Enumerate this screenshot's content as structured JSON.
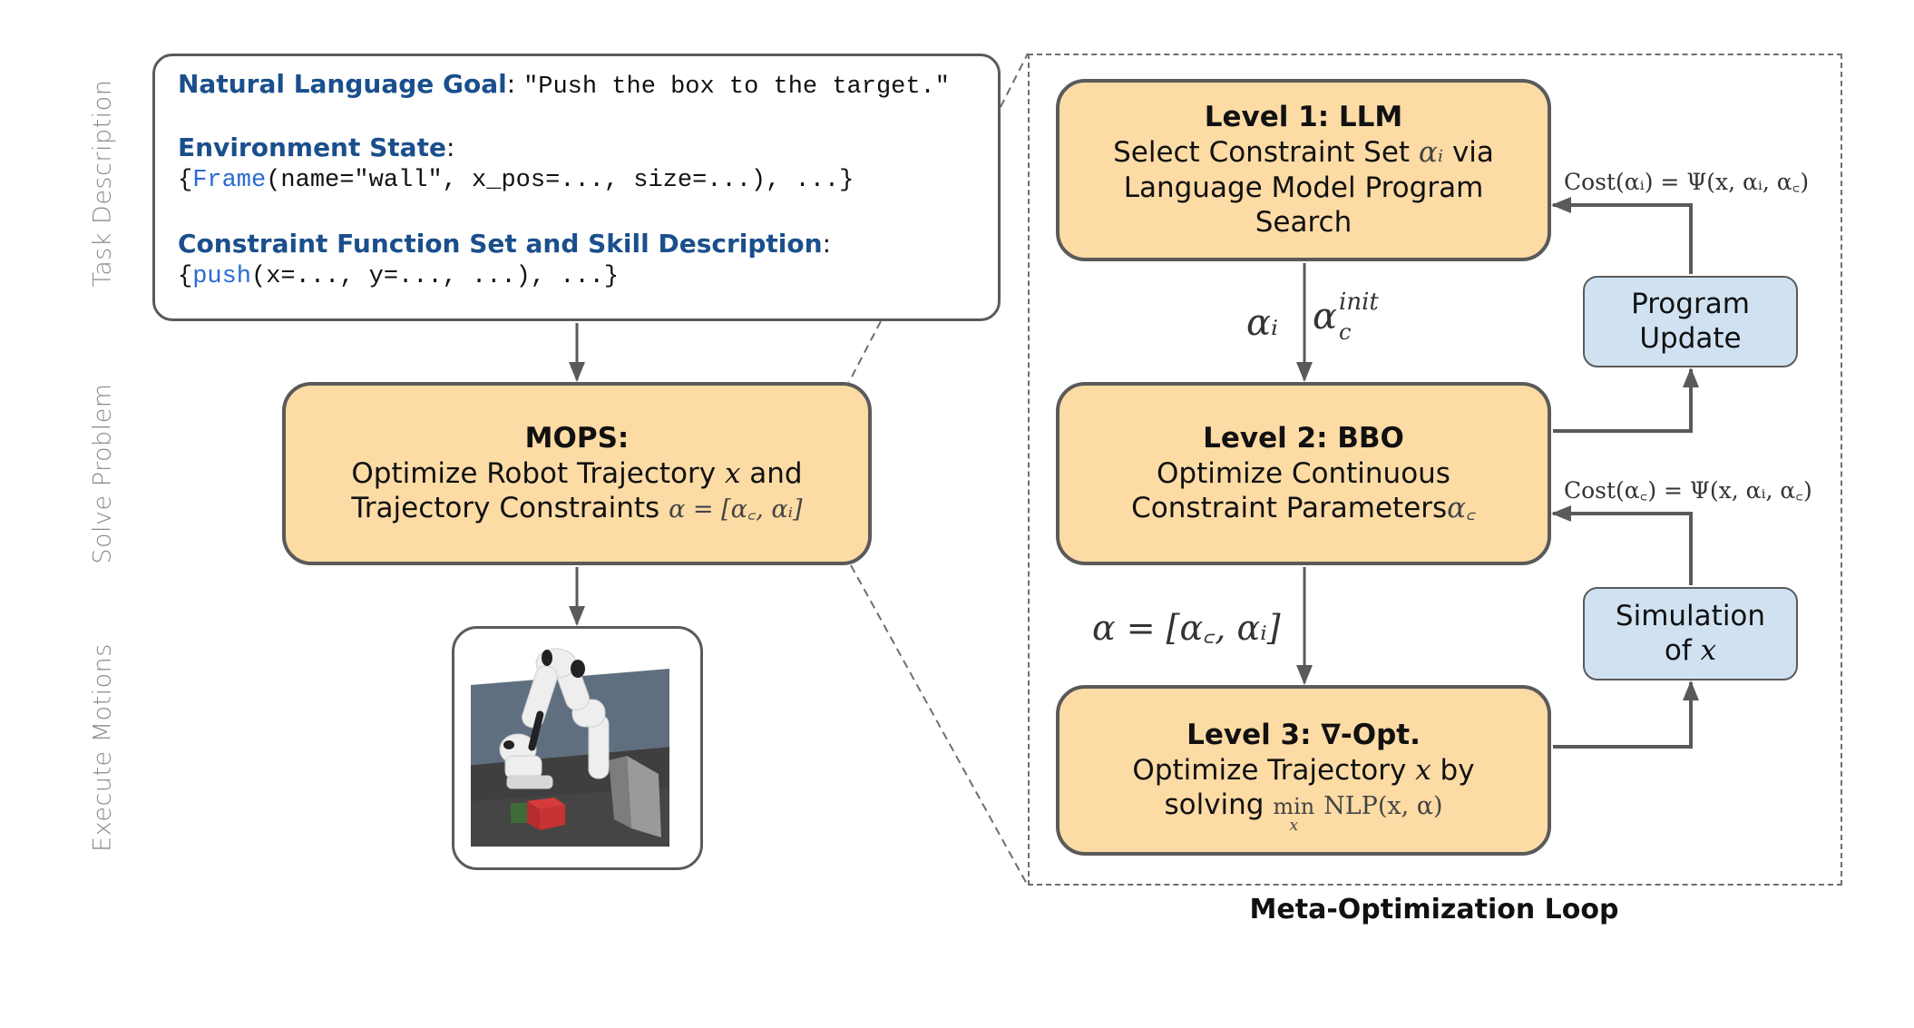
{
  "side_labels": {
    "task": "Task Description",
    "solve": "Solve Problem",
    "execute": "Execute Motions"
  },
  "task_box": {
    "goal_key": "Natural Language Goal",
    "goal_colon": ":",
    "goal_value": "\"Push the box to the target.\"",
    "env_key": "Environment State",
    "env_colon": ":",
    "env_open": "{",
    "env_fn": "Frame",
    "env_rest": "(name=\"wall\", x_pos=..., size=...), ...}",
    "skill_key": "Constraint Function Set and Skill Description",
    "skill_colon": ":",
    "skill_open": "{",
    "skill_fn": "push",
    "skill_rest": "(x=..., y=..., ...), ...}"
  },
  "mops_box": {
    "title": "MOPS:",
    "line1_text": "Optimize Robot Trajectory",
    "line1_math": "x",
    "line1_end": "and",
    "line2_text": "Trajectory Constraints",
    "line2_math": "α = [α꜀, αᵢ]"
  },
  "execute_image": {
    "description": "robot arm pushing red box toward wall in simulation"
  },
  "loop": {
    "label": "Meta-Optimization Loop",
    "level1": {
      "title": "Level 1: LLM",
      "line1_text": "Select Constraint Set",
      "line1_math": "αᵢ",
      "line1_end": "via",
      "line2": "Language Model Program",
      "line3": "Search"
    },
    "level2": {
      "title": "Level 2: BBO",
      "line1": "Optimize Continuous",
      "line2_text": "Constraint Parameters",
      "line2_math": "α꜀"
    },
    "level3": {
      "title": "Level 3: ∇-Opt.",
      "line1_text": "Optimize Trajectory",
      "line1_math": "x",
      "line1_end": "by",
      "line2_text": "solving",
      "line2_min": "min",
      "line2_sub": "x",
      "line2_math": "NLP(x, α)"
    },
    "program_update": {
      "line1": "Program",
      "line2": "Update"
    },
    "simulation": {
      "line1": "Simulation",
      "line2_text": "of",
      "line2_math": "x"
    },
    "edge_l1_l2_left": "αᵢ",
    "edge_l1_l2_right": "α",
    "edge_l1_l2_right_sup": "init",
    "edge_l1_l2_right_sub": "c",
    "edge_l2_l3": "α = [α꜀, αᵢ]",
    "cost_l1": "Cost(αᵢ) = Ψ(x, αᵢ, α꜀)",
    "cost_l2": "Cost(α꜀) = Ψ(x, αᵢ, α꜀)"
  },
  "colors": {
    "orange_fill": "#fcdba5",
    "blue_fill": "#d0e2f2",
    "border": "#5a5a5a",
    "key_blue": "#1a4f8c",
    "code_blue": "#2a6bd1",
    "side_label_gray": "#8a8a8a"
  }
}
